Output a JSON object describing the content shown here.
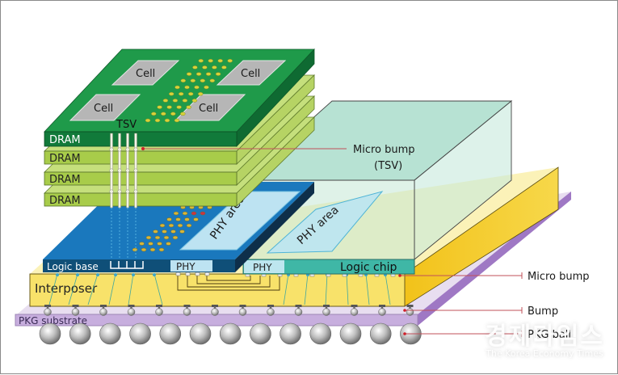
{
  "diagram": {
    "title": "HBM package cross-section",
    "dram_stack": {
      "layers": [
        {
          "label": "DRAM",
          "tone": "top"
        },
        {
          "label": "DRAM",
          "tone": "light"
        },
        {
          "label": "DRAM",
          "tone": "light"
        },
        {
          "label": "DRAM",
          "tone": "light"
        }
      ],
      "cells": [
        "Cell",
        "Cell",
        "Cell",
        "Cell"
      ],
      "tsv_label": "TSV"
    },
    "logic_base": {
      "label": "Logic base",
      "phy_label": "PHY",
      "phy_area_label": "PHY area"
    },
    "logic_chip": {
      "label": "Logic chip",
      "phy_label": "PHY",
      "phy_area_label": "PHY area"
    },
    "interposer_label": "Interposer",
    "substrate_label": "PKG substrate",
    "callouts": {
      "micro_bump_tsv_line1": "Micro bump",
      "micro_bump_tsv_line2": "(TSV)",
      "micro_bump": "Micro bump",
      "bump": "Bump",
      "pkg_ball": "PKG ball"
    },
    "watermark": {
      "korean": "경제타임스",
      "english": "The Korea Economy Times"
    },
    "colors": {
      "dram_top": "#1f9a4a",
      "dram_layer": "#a8cc4a",
      "logic_base": "#1a78bd",
      "logic_chip": "#3fb7a6",
      "interposer": "#f6e06a",
      "substrate": "#b79ad0",
      "callout_line": "#c0505a"
    }
  }
}
